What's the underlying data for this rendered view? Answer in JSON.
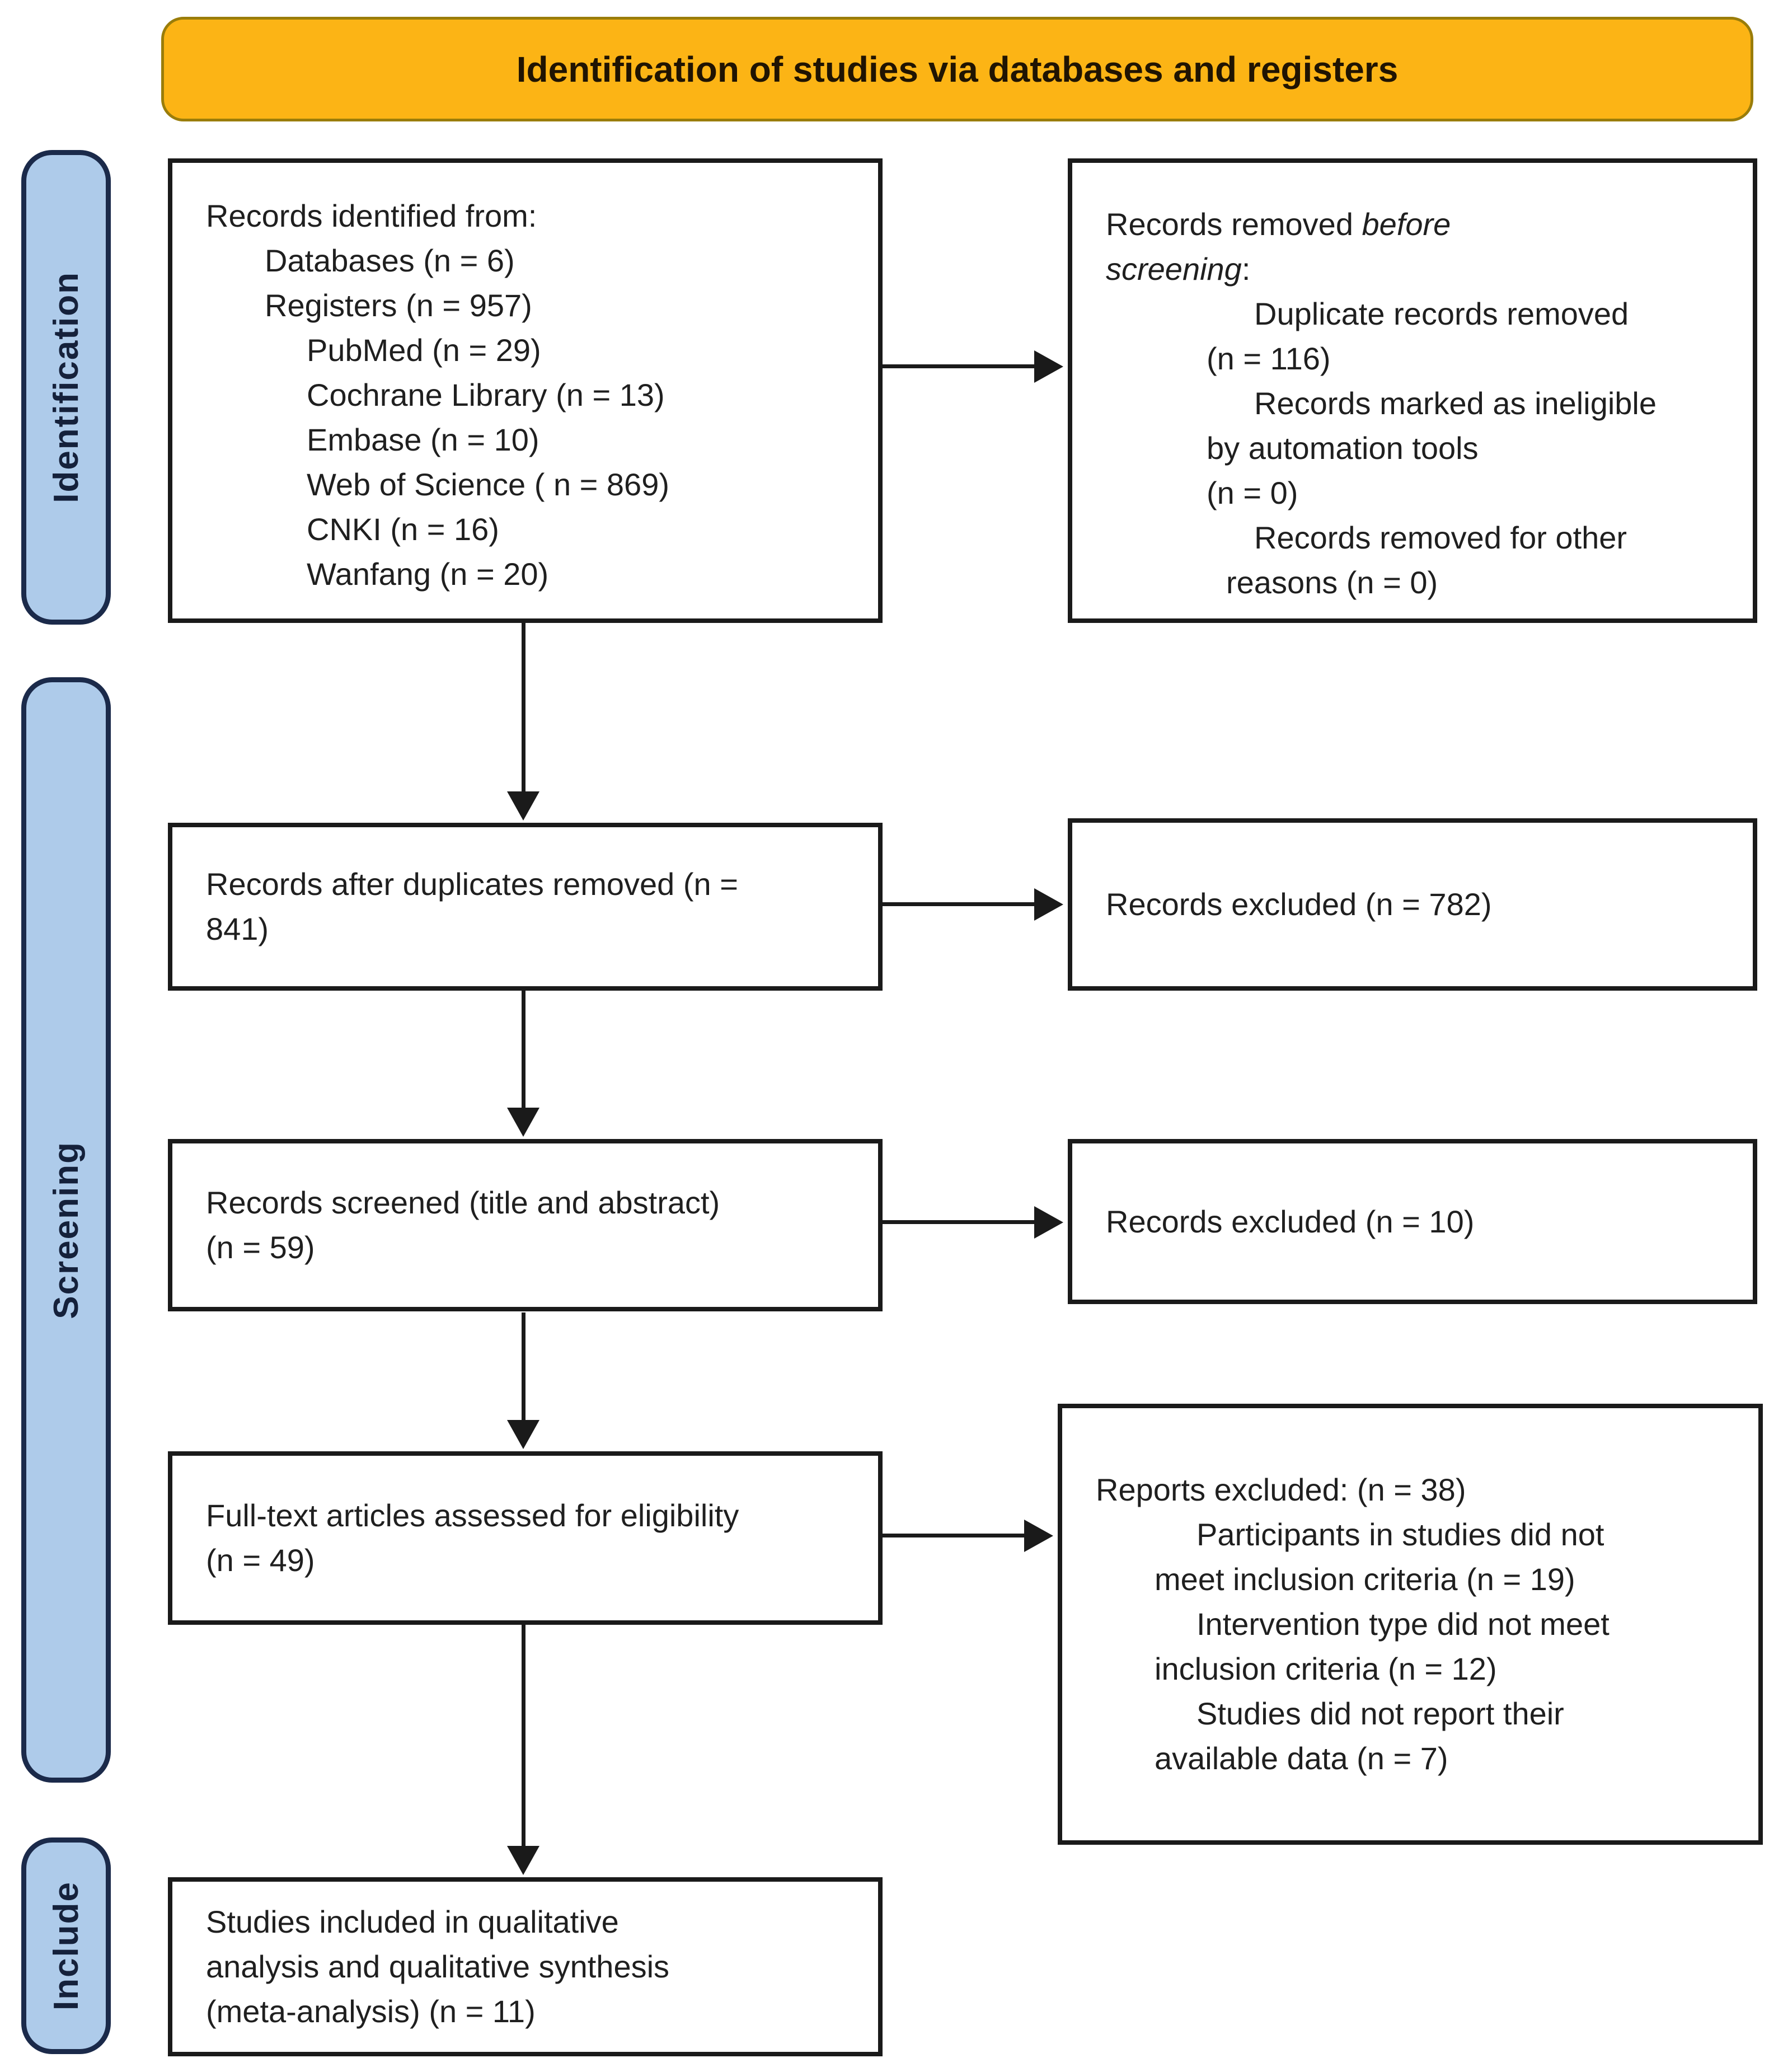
{
  "banner": {
    "title": "Identification of studies via databases and registers"
  },
  "stages": {
    "identification": "Identification",
    "screening": "Screening",
    "include": "Include"
  },
  "boxes": {
    "identified": {
      "lines": [
        "Records identified from:",
        "Databases (n = 6)",
        "Registers (n = 957)",
        "PubMed (n = 29)",
        "Cochrane Library (n = 13)",
        "Embase (n = 10)",
        "Web of Science ( n = 869)",
        "CNKI (n = 16)",
        "Wanfang (n = 20)"
      ]
    },
    "removed_before": {
      "line1_normal": "Records removed ",
      "line1_italic": "before",
      "line2_italic": "screening",
      "line2_normal": ":",
      "items": [
        "Duplicate records removed",
        "(n = 116)",
        "Records marked as ineligible",
        "by automation tools",
        "(n = 0)",
        "Records removed for other",
        "reasons (n = 0)"
      ]
    },
    "after_duplicates": {
      "lines": [
        "Records after duplicates removed (n =",
        "841)"
      ]
    },
    "excluded_782": {
      "lines": [
        "Records excluded (n = 782)"
      ]
    },
    "screened": {
      "lines": [
        "Records screened (title and abstract)",
        "(n = 59)"
      ]
    },
    "excluded_10": {
      "lines": [
        "Records excluded (n = 10)"
      ]
    },
    "fulltext": {
      "lines": [
        "Full-text articles assessed for eligibility",
        "(n = 49)"
      ]
    },
    "reports_excluded": {
      "lines": [
        "Reports excluded: (n = 38)",
        "Participants in studies did not",
        "meet inclusion criteria (n = 19)",
        "Intervention type did not meet",
        "inclusion criteria (n = 12)",
        "Studies did not report their",
        "available data (n = 7)"
      ]
    },
    "included": {
      "lines": [
        "Studies included in qualitative",
        "analysis and qualitative synthesis",
        "(meta-analysis) (n = 11)"
      ]
    }
  },
  "colors": {
    "banner_fill": "#FCB415",
    "banner_border": "#9A7D0A",
    "banner_text": "#201402",
    "stage_fill": "#AECBEA",
    "stage_border": "#1B2A4A",
    "stage_text": "#15213B",
    "box_border": "#1A1A1A",
    "box_text": "#1F1F1F",
    "arrow": "#1A1A1A"
  }
}
